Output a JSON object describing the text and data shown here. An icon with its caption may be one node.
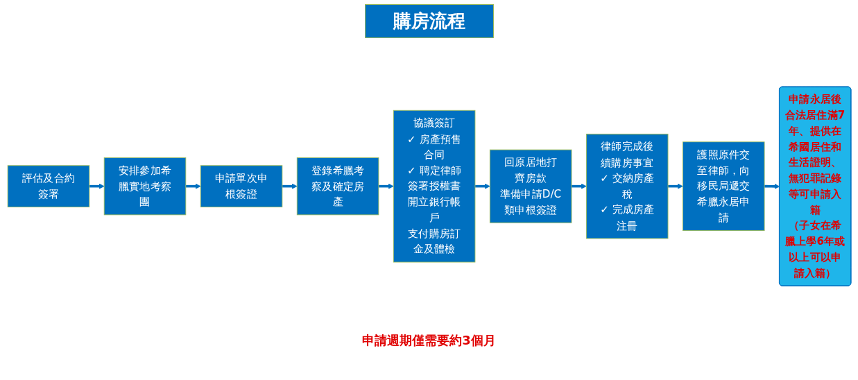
{
  "diagram": {
    "title": "購房流程",
    "nodes": [
      {
        "text": [
          "評估及合約簽署"
        ]
      },
      {
        "text": [
          "安排參加希臘實地考察團"
        ]
      },
      {
        "text": [
          "申請單次申根簽證"
        ]
      },
      {
        "text": [
          "登錄希臘考察及確定房產"
        ]
      },
      {
        "text": [
          "協議簽訂",
          "✓ 房產預售合同",
          "✓ 聘定律師",
          "簽署授權書",
          "開立銀行帳戶",
          "支付購房訂金及體檢"
        ]
      },
      {
        "text": [
          "回原居地打齊房款",
          "準備申請D/C類申根簽證"
        ]
      },
      {
        "text": [
          "律師完成後續購房事宜",
          "✓ 交納房產稅",
          "✓ 完成房產注冊"
        ]
      },
      {
        "text": [
          "護照原件交至律師，向移民局遞交希臘永居申請"
        ]
      },
      {
        "text": [
          "申請永居後合法居住滿7年、提供在希國居住和生活證明、無犯罪記錄等可申請入籍",
          "（子女在希臘上學6年或以上可以申請入籍）"
        ]
      }
    ],
    "edges": [
      {
        "from": 0,
        "to": 1,
        "arrow": "to"
      },
      {
        "from": 1,
        "to": 2,
        "arrow": "to"
      },
      {
        "from": 2,
        "to": 3,
        "arrow": "to"
      },
      {
        "from": 3,
        "to": 4,
        "arrow": "to"
      },
      {
        "from": 4,
        "to": 5,
        "arrow": "to"
      },
      {
        "from": 5,
        "to": 6,
        "arrow": "to"
      },
      {
        "from": 6,
        "to": 7,
        "arrow": "to"
      },
      {
        "from": 7,
        "to": 8,
        "arrow": "to"
      }
    ],
    "labels": [
      "申請週期僅需要約3個月"
    ]
  }
}
